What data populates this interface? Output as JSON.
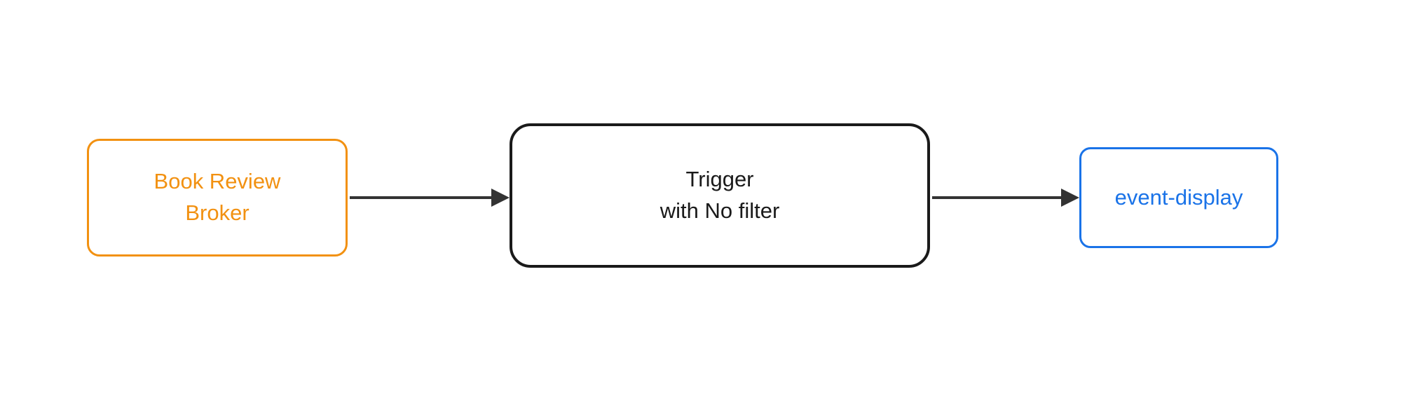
{
  "diagram": {
    "type": "flowchart",
    "direction": "left-to-right",
    "background_color": "#ffffff",
    "arrow_color": "#333333",
    "nodes": [
      {
        "id": "book-review-broker",
        "label": "Book Review Broker",
        "line1": "Book Review",
        "line2": "Broker",
        "shape": "rounded-rectangle",
        "border_color": "#f29111",
        "text_color": "#f29111",
        "fill_color": "#ffffff"
      },
      {
        "id": "trigger-no-filter",
        "label": "Trigger with No filter",
        "line1": "Trigger",
        "line2": "with No filter",
        "shape": "rounded-rectangle",
        "border_color": "#1a1a1a",
        "text_color": "#1a1a1a",
        "fill_color": "#ffffff"
      },
      {
        "id": "event-display",
        "label": "event-display",
        "line1": "event-display",
        "line2": "",
        "shape": "rounded-rectangle",
        "border_color": "#1a73e8",
        "text_color": "#1a73e8",
        "fill_color": "#ffffff"
      }
    ],
    "edges": [
      {
        "from": "book-review-broker",
        "to": "trigger-no-filter",
        "style": "solid-arrow"
      },
      {
        "from": "trigger-no-filter",
        "to": "event-display",
        "style": "solid-arrow"
      }
    ]
  }
}
